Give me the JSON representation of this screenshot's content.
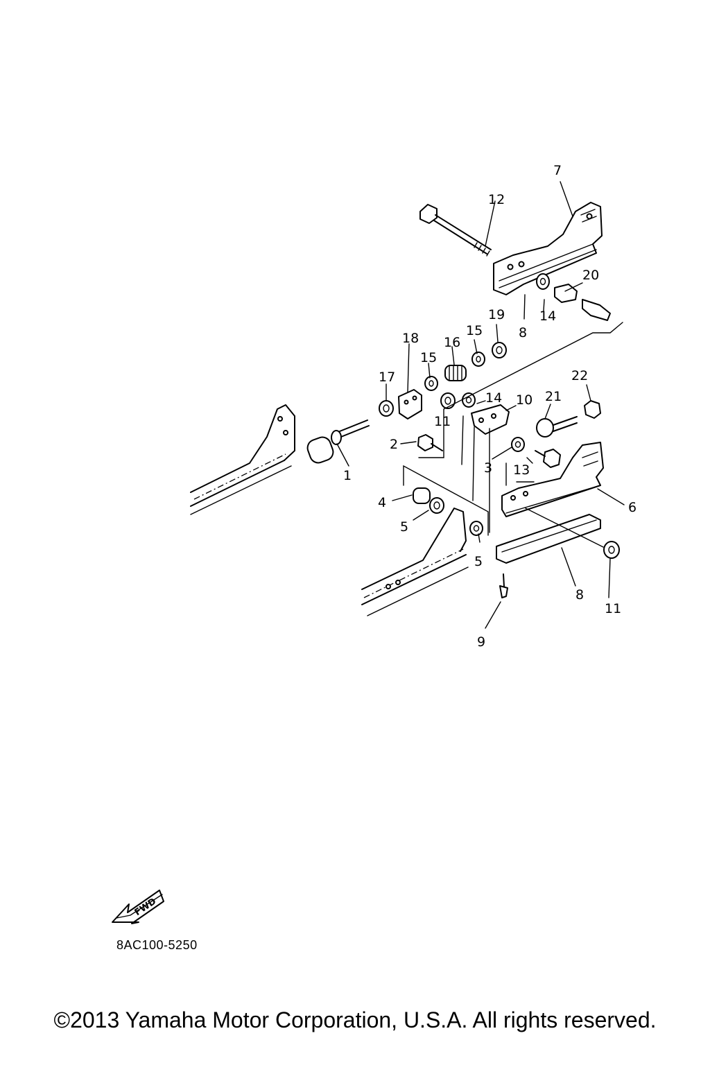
{
  "callouts": [
    "1",
    "2",
    "3",
    "4",
    "5",
    "5",
    "6",
    "7",
    "8",
    "8",
    "9",
    "10",
    "11",
    "11",
    "12",
    "13",
    "14",
    "14",
    "15",
    "15",
    "16",
    "17",
    "18",
    "19",
    "20",
    "21",
    "22"
  ],
  "fwd_label": "FWD",
  "diagram_code": "8AC100-5250",
  "copyright": "©2013 Yamaha Motor Corporation, U.S.A. All rights reserved."
}
